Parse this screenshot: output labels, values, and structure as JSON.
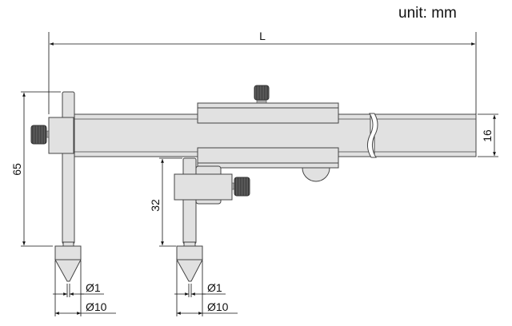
{
  "unit_label": "unit: mm",
  "dimensions": {
    "length": "L",
    "beam_height": "16",
    "main_jaw_depth": "65",
    "slider_jaw_depth": "32",
    "tip_diameter_left": "Ø1",
    "cone_diameter_left": "Ø10",
    "tip_diameter_right": "Ø1",
    "cone_diameter_right": "Ø10"
  }
}
